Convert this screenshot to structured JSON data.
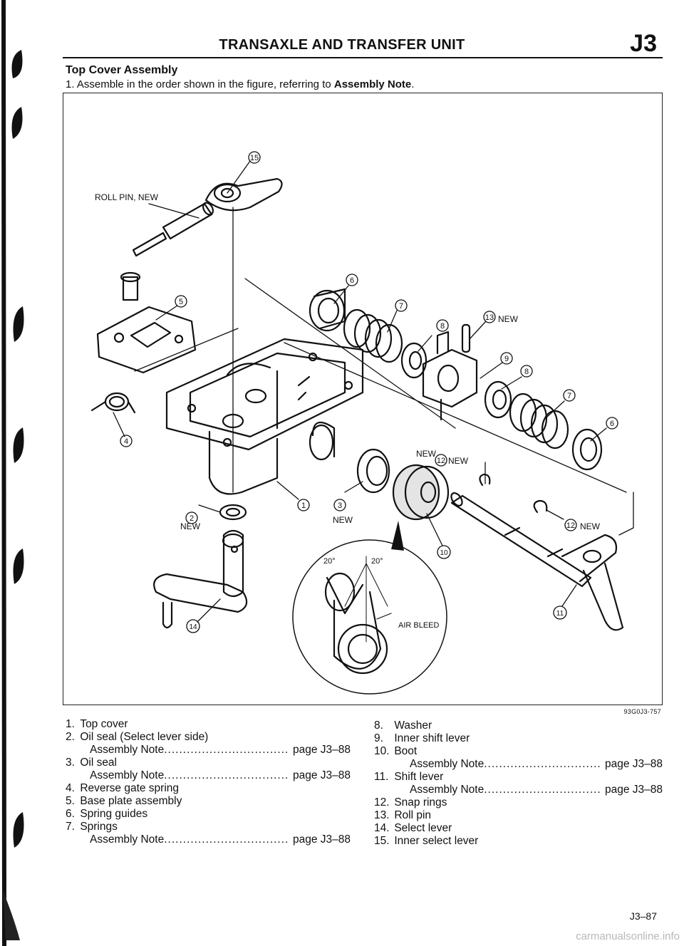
{
  "header": {
    "title": "TRANSAXLE AND TRANSFER UNIT",
    "section_code": "J3"
  },
  "section": {
    "title": "Top Cover Assembly",
    "instruction_prefix": "1. Assemble in the order shown in the figure, referring to ",
    "instruction_bold": "Assembly Note",
    "instruction_suffix": "."
  },
  "figure": {
    "code": "93G0J3-757",
    "labels": {
      "roll_pin_new": "ROLL PIN, NEW",
      "new": "NEW",
      "air_bleed": "AIR BLEED",
      "angle_left": "20°",
      "angle_right": "20°"
    },
    "callouts": [
      "1",
      "2",
      "3",
      "4",
      "5",
      "6",
      "7",
      "8",
      "9",
      "10",
      "11",
      "12",
      "13",
      "14",
      "15"
    ]
  },
  "legend": {
    "left": [
      {
        "num": "1.",
        "text": "Top cover"
      },
      {
        "num": "2.",
        "text": "Oil seal (Select lever side)",
        "note": "Assembly Note",
        "ref": "page J3–88"
      },
      {
        "num": "3.",
        "text": "Oil seal",
        "note": "Assembly Note",
        "ref": "page J3–88"
      },
      {
        "num": "4.",
        "text": "Reverse gate spring"
      },
      {
        "num": "5.",
        "text": "Base plate assembly"
      },
      {
        "num": "6.",
        "text": "Spring guides"
      },
      {
        "num": "7.",
        "text": "Springs",
        "note": "Assembly Note",
        "ref": "page J3–88"
      }
    ],
    "right": [
      {
        "num": "8.",
        "text": "Washer"
      },
      {
        "num": "9.",
        "text": "Inner shift lever"
      },
      {
        "num": "10.",
        "text": "Boot",
        "note": "Assembly Note",
        "ref": "page J3–88"
      },
      {
        "num": "11.",
        "text": "Shift lever",
        "note": "Assembly Note",
        "ref": "page J3–88"
      },
      {
        "num": "12.",
        "text": "Snap rings"
      },
      {
        "num": "13.",
        "text": "Roll pin"
      },
      {
        "num": "14.",
        "text": "Select lever"
      },
      {
        "num": "15.",
        "text": "Inner select lever"
      }
    ]
  },
  "footer": {
    "page_number": "J3–87",
    "watermark": "carmanualsonline.info"
  }
}
